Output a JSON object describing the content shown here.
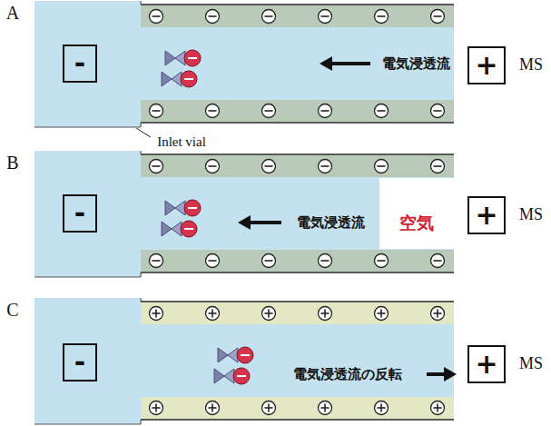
{
  "diagram": {
    "nodes": [
      {
        "text": [
          "-"
        ]
      },
      {
        "text": [
          "+"
        ]
      },
      {
        "text": [
          "-"
        ]
      },
      {
        "text": [
          "+"
        ]
      },
      {
        "text": [
          "-"
        ]
      },
      {
        "text": [
          "+"
        ]
      }
    ],
    "labels": [
      "A",
      "電気浸透流",
      "MS",
      "Inlet vial",
      "B",
      "電気浸透流",
      "空気",
      "MS",
      "C",
      "電気浸透流の反転",
      "MS"
    ]
  }
}
